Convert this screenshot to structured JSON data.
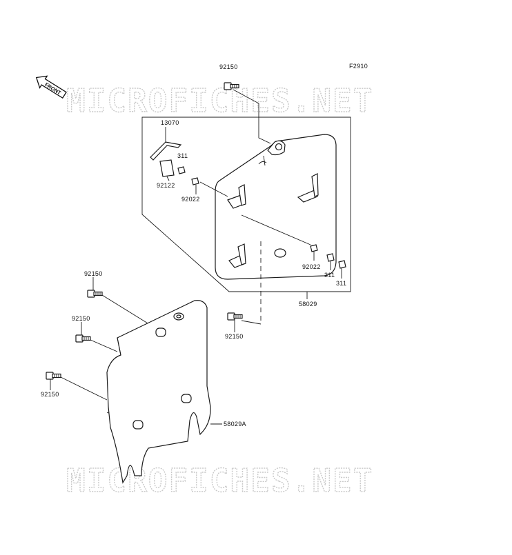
{
  "diagram": {
    "figure_code": "F2910",
    "front_label": "FRONT",
    "watermark_top": "MICROFICHES.NET",
    "watermark_bottom": "MICROFICHES.NET",
    "parts": {
      "p1": "92150",
      "p2": "13070",
      "p3": "311",
      "p4": "92122",
      "p5": "92022",
      "p6": "92022",
      "p7": "311",
      "p8": "311",
      "p9": "58029",
      "p10": "92150",
      "p11": "92150",
      "p12": "92150",
      "p13": "92150",
      "p14": "58029A"
    }
  }
}
